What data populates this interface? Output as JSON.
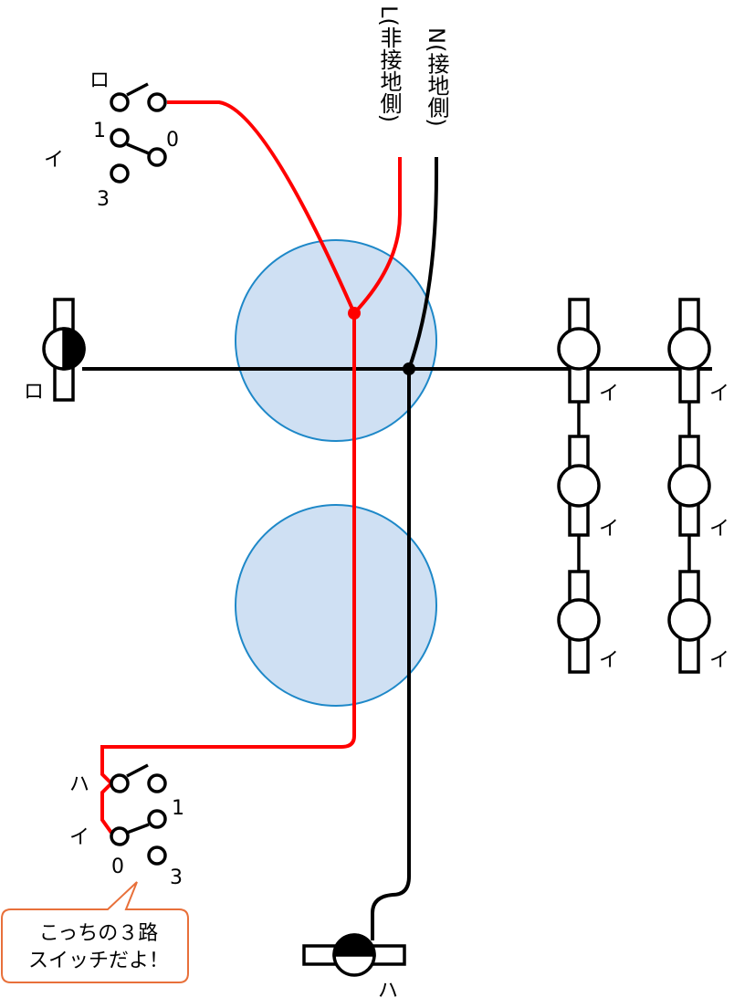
{
  "supply": {
    "live_label": "L(非接地側)",
    "neutral_label": "N(接地側)",
    "live_color": "#ff0000",
    "neutral_color": "#000000"
  },
  "switch_top": {
    "label_ro": "ロ",
    "label_1": "1",
    "label_0": "0",
    "label_i": "イ",
    "label_3": "3"
  },
  "switch_bottom": {
    "label_ha": "ハ",
    "label_1": "1",
    "label_i": "イ",
    "label_0": "0",
    "label_3": "3"
  },
  "lamp_left": {
    "label": "ロ"
  },
  "lamp_bottom": {
    "label": "ハ"
  },
  "lamp_grid": {
    "labels": [
      "イ",
      "イ",
      "イ",
      "イ",
      "イ",
      "イ"
    ]
  },
  "callout": {
    "line1": "こっちの３路",
    "line2": "スイッチだよ！"
  },
  "colors": {
    "junction_fill": "#cfe0f3",
    "junction_stroke": "#1e88c8",
    "callout_border": "#e8703a"
  }
}
